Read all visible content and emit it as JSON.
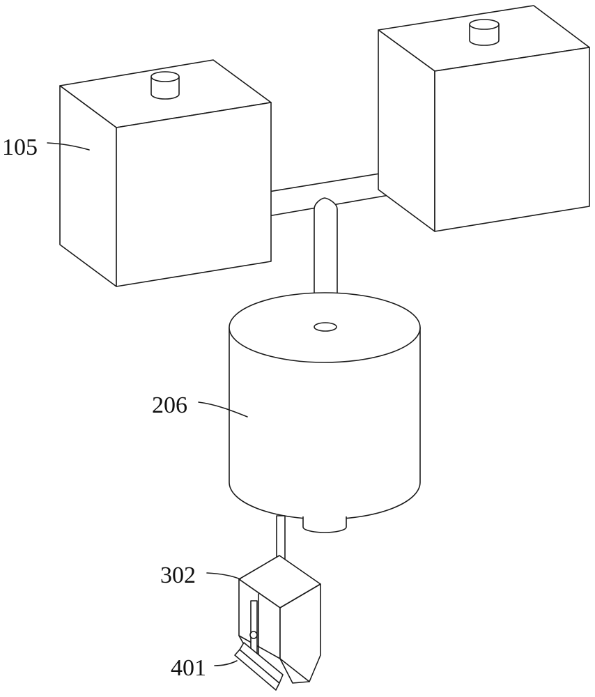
{
  "labels": {
    "box_left": "105",
    "cylinder": "206",
    "block": "302",
    "plate": "401"
  }
}
